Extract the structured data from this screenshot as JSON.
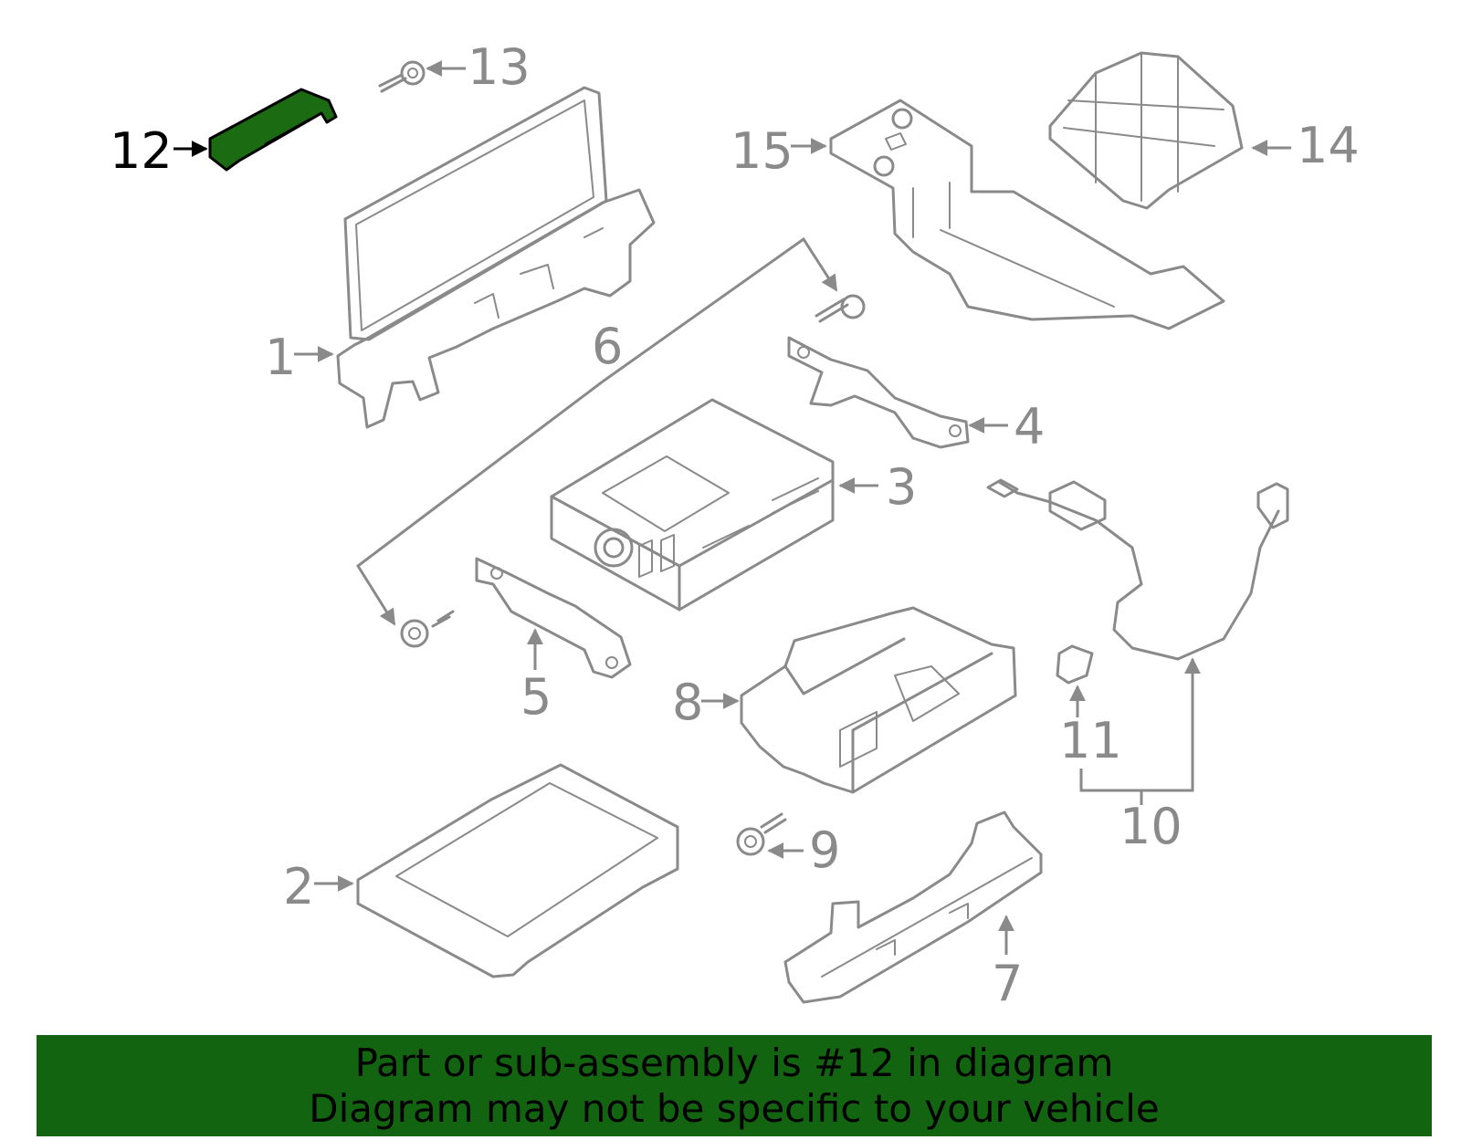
{
  "diagram": {
    "highlight_color": "#1a6b12",
    "line_color": "#8a8a8a",
    "callouts": {
      "c1": "1",
      "c2": "2",
      "c3": "3",
      "c4": "4",
      "c5": "5",
      "c6": "6",
      "c7": "7",
      "c8": "8",
      "c9": "9",
      "c10": "10",
      "c11": "11",
      "c12": "12",
      "c13": "13",
      "c14": "14",
      "c15": "15"
    }
  },
  "banner": {
    "line1": "Part or sub-assembly is #12 in diagram",
    "line2": "Diagram may not be specific to your vehicle",
    "background": "#136410"
  }
}
